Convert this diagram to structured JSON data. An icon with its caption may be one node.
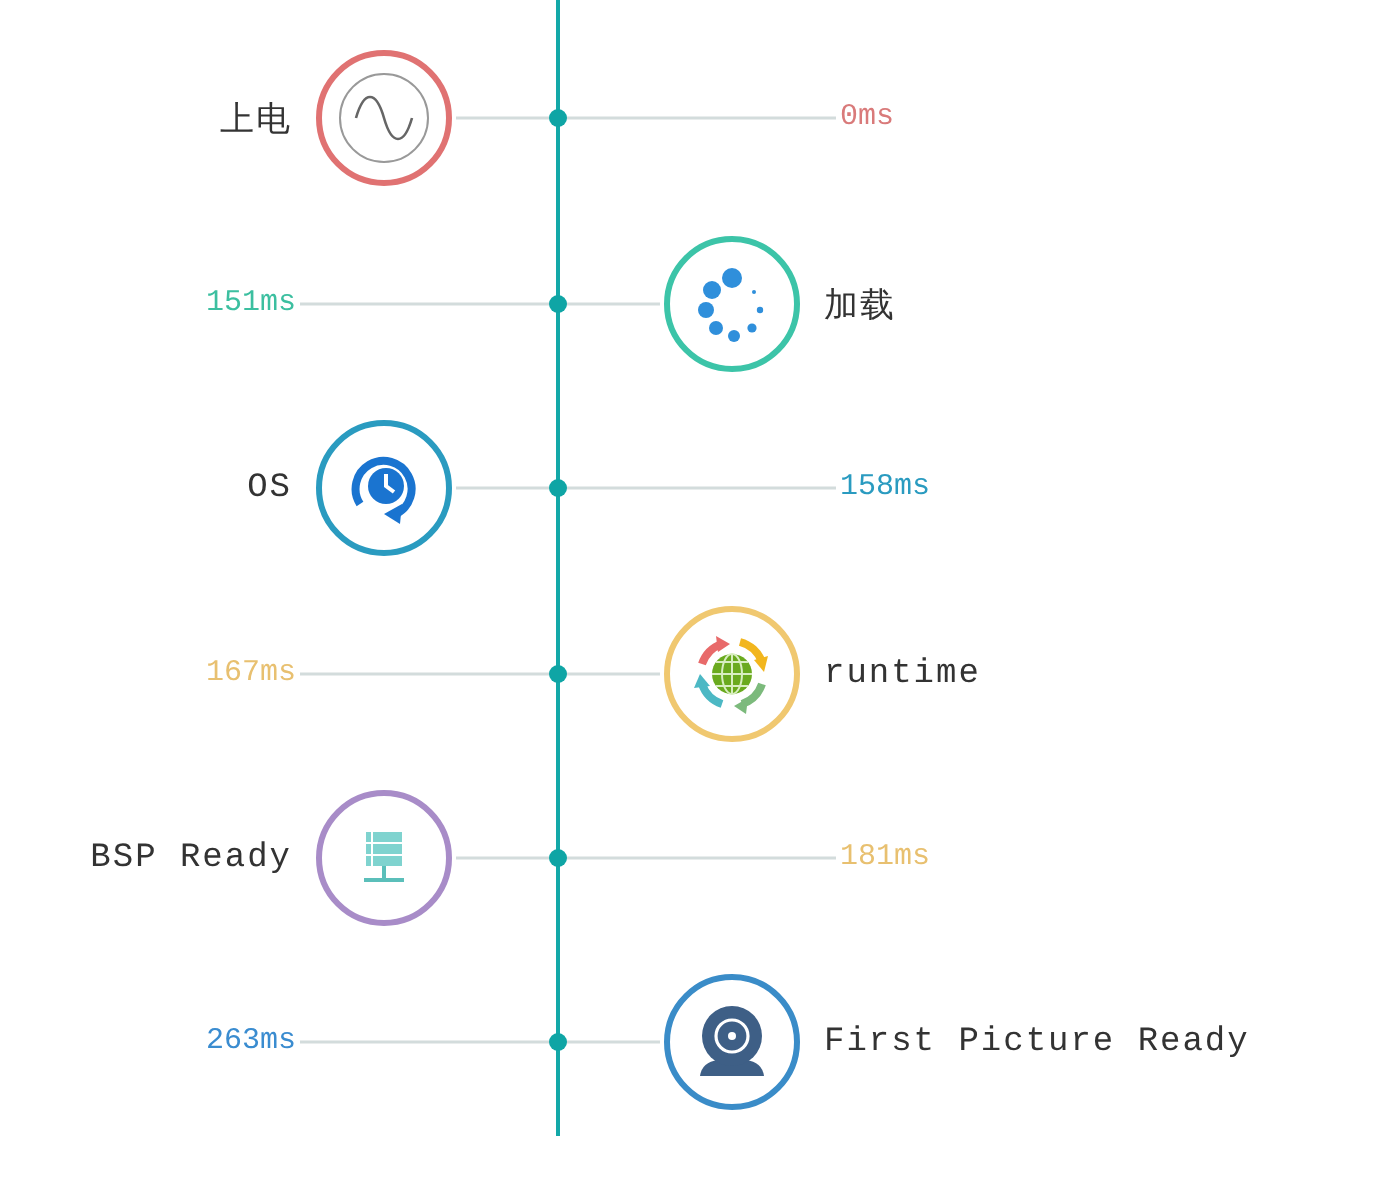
{
  "diagram": {
    "nodes": [
      {
        "text": [
          "上电"
        ]
      },
      {
        "text": [
          "0ms"
        ]
      },
      {
        "text": [
          "151ms"
        ]
      },
      {
        "text": [
          "加载"
        ]
      },
      {
        "text": [
          "OS"
        ]
      },
      {
        "text": [
          "158ms"
        ]
      },
      {
        "text": [
          "167ms"
        ]
      },
      {
        "text": [
          "runtime"
        ]
      },
      {
        "text": [
          "BSP Ready"
        ]
      },
      {
        "text": [
          "181ms"
        ]
      },
      {
        "text": [
          "263ms"
        ]
      },
      {
        "text": [
          "First Picture Ready"
        ]
      }
    ],
    "edges": [
      {
        "from": 0,
        "to": 1,
        "arrow": "none"
      },
      {
        "from": 3,
        "to": 2,
        "arrow": "none"
      },
      {
        "from": 4,
        "to": 5,
        "arrow": "none"
      },
      {
        "from": 7,
        "to": 6,
        "arrow": "none"
      },
      {
        "from": 8,
        "to": 9,
        "arrow": "none"
      },
      {
        "from": 11,
        "to": 10,
        "arrow": "none"
      }
    ]
  }
}
